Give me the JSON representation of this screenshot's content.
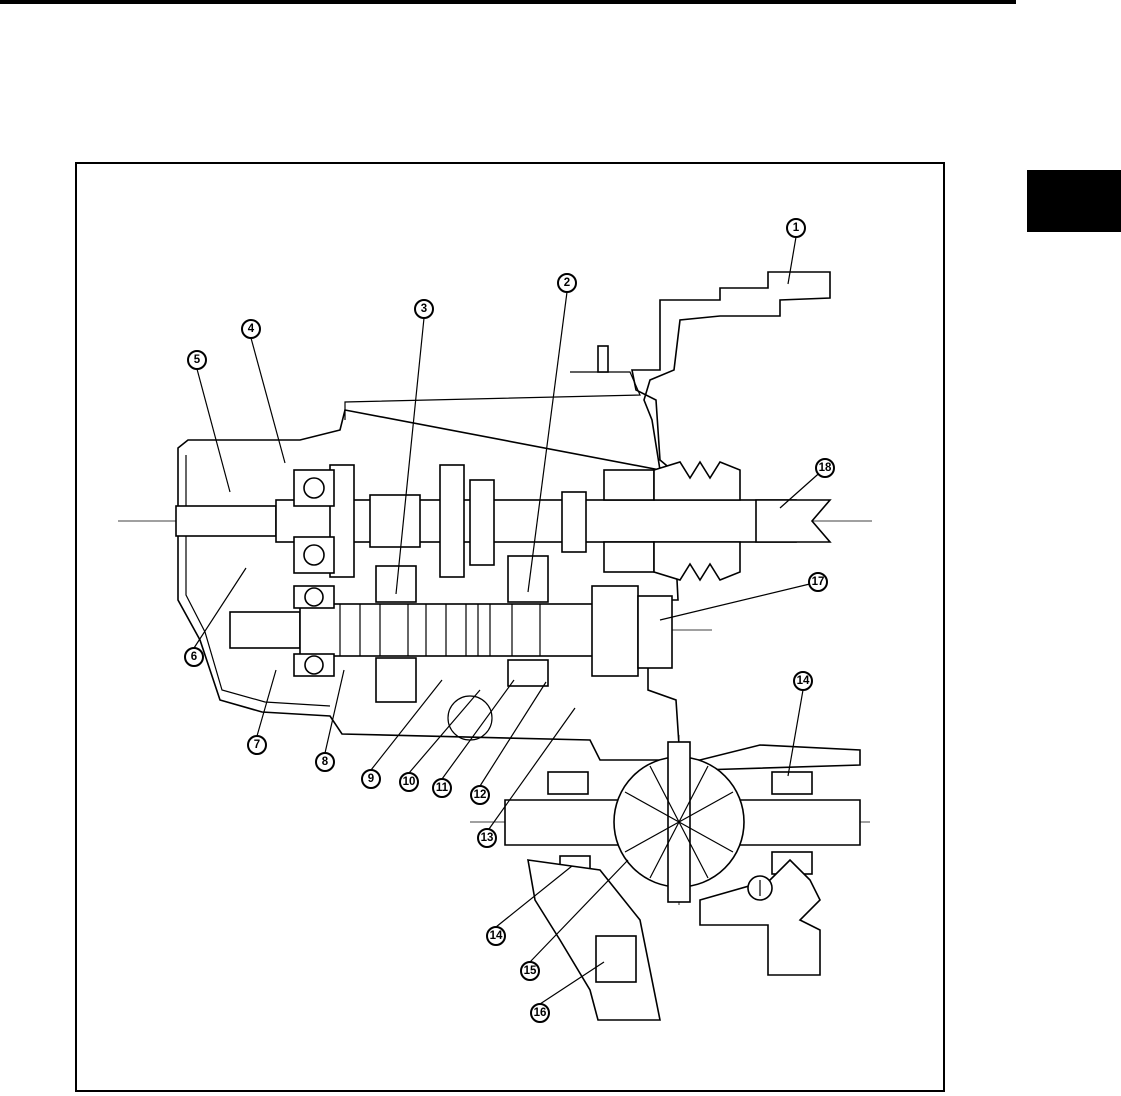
{
  "page": {
    "accent_color": "#000000",
    "side_tab_color": "#000000"
  },
  "diagram": {
    "callouts": [
      {
        "id": "c1",
        "label": "1"
      },
      {
        "id": "c2",
        "label": "2"
      },
      {
        "id": "c3",
        "label": "3"
      },
      {
        "id": "c4",
        "label": "4"
      },
      {
        "id": "c5",
        "label": "5"
      },
      {
        "id": "c6",
        "label": "6"
      },
      {
        "id": "c7",
        "label": "7"
      },
      {
        "id": "c8",
        "label": "8"
      },
      {
        "id": "c9",
        "label": "9"
      },
      {
        "id": "c10",
        "label": "10"
      },
      {
        "id": "c11",
        "label": "11"
      },
      {
        "id": "c12",
        "label": "12"
      },
      {
        "id": "c13",
        "label": "13"
      },
      {
        "id": "c14a",
        "label": "14"
      },
      {
        "id": "c14b",
        "label": "14"
      },
      {
        "id": "c15",
        "label": "15"
      },
      {
        "id": "c16",
        "label": "16"
      },
      {
        "id": "c17",
        "label": "17"
      },
      {
        "id": "c18",
        "label": "18"
      }
    ]
  }
}
